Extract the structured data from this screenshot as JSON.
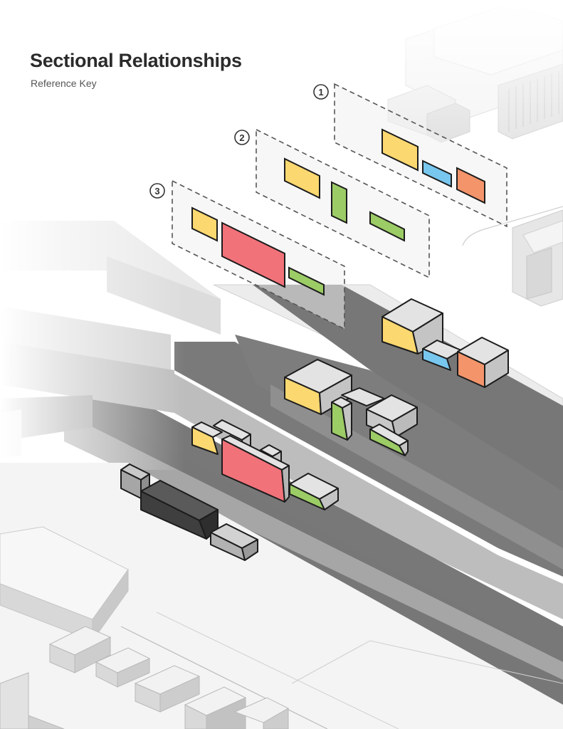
{
  "header": {
    "title": "Sectional Relationships",
    "subtitle": "Reference Key"
  },
  "key_markers": [
    {
      "label": "1"
    },
    {
      "label": "2"
    },
    {
      "label": "3"
    }
  ],
  "colors": {
    "yellow": "#fbd870",
    "blue": "#78c7ef",
    "orange": "#f3946b",
    "green": "#9ccc65",
    "red": "#f2727a",
    "road": "#767676",
    "sidewalk": "#a9a9a9",
    "building_top": "#e3e3e3",
    "building_side": "#c4c4c4",
    "dark_building": "#4a4a4a"
  }
}
